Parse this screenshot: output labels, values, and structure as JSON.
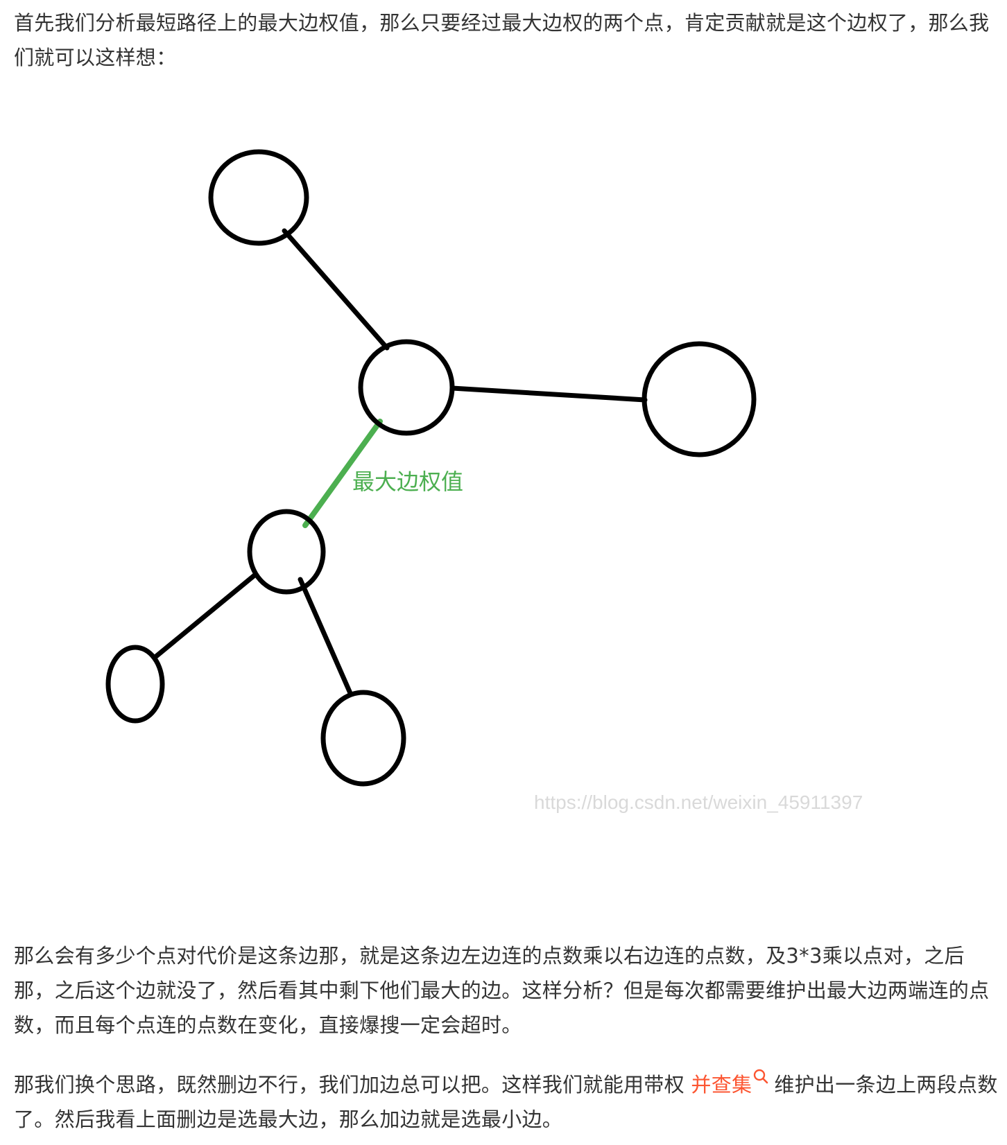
{
  "article": {
    "para1": "首先我们分析最短路径上的最大边权值，那么只要经过最大边权的两个点，肯定贡献就是这个边权了，那么我们就可以这样想：",
    "para2": "那么会有多少个点对代价是这条边那，就是这条边左边连的点数乘以右边连的点数，及3*3乘以点对，之后那，之后这个边就没了，然后看其中剩下他们最大的边。这样分析？但是每次都需要维护出最大边两端连的点数，而且每个点连的点数在变化，直接爆搜一定会超时。",
    "para3_before": "那我们换个思路，既然删边不行，我们加边总可以把。这样我们就能用带权 ",
    "para3_link": "并查集",
    "para3_link_icon": "search-icon",
    "para3_after": "维护出一条边上两段点数了。然后我看上面删边是选最大边，那么加边就是选最小边。"
  },
  "figure": {
    "edge_label": "最大边权值",
    "watermark": "https://blog.csdn.net/weixin_45911397",
    "colors": {
      "stroke": "#000000",
      "highlight": "#4caf50",
      "watermark": "#d9d9d9",
      "link": "#fc5531"
    }
  }
}
